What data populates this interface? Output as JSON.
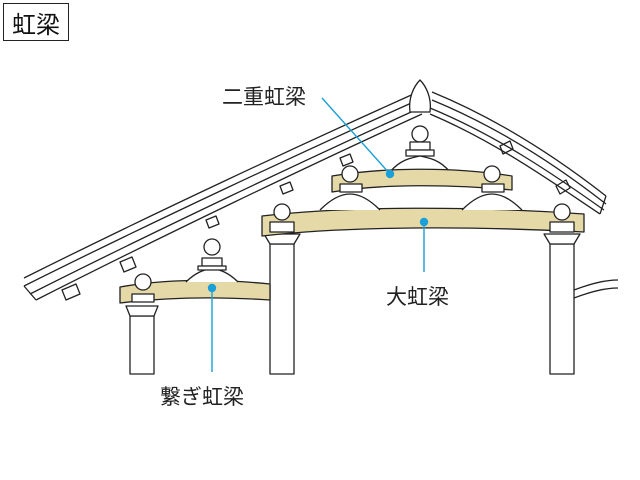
{
  "title": "虹梁",
  "labels": {
    "nijuu": "二重虹梁",
    "oo": "大虹梁",
    "tsunagi": "繋ぎ虹梁"
  },
  "colors": {
    "beam": "#e6d9a8",
    "leader": "#1aa0d8",
    "line": "#222222"
  }
}
